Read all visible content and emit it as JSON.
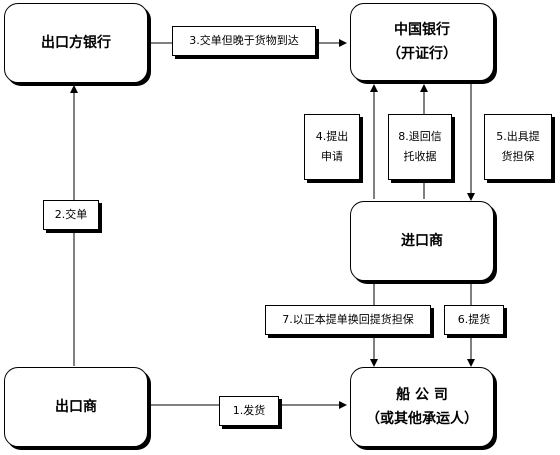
{
  "nodes": {
    "exporter_bank": "出口方银行",
    "boc": {
      "line1": "中国银行",
      "line2": "（开证行）"
    },
    "importer": "进口商",
    "exporter": "出口商",
    "shipping": {
      "line1": "船 公 司",
      "line2": "（或其他承运人）"
    }
  },
  "steps": {
    "s1": "1.发货",
    "s2": "2.交单",
    "s3": "3.交单但晚于货物到达",
    "s4": {
      "line1": "4.提出",
      "line2": "申请"
    },
    "s5": {
      "line1": "5.出具提",
      "line2": "货担保"
    },
    "s6": "6.提货",
    "s7": "7.以正本提单换回提货担保",
    "s8": {
      "line1": "8.退回信",
      "line2": "托收据"
    }
  }
}
